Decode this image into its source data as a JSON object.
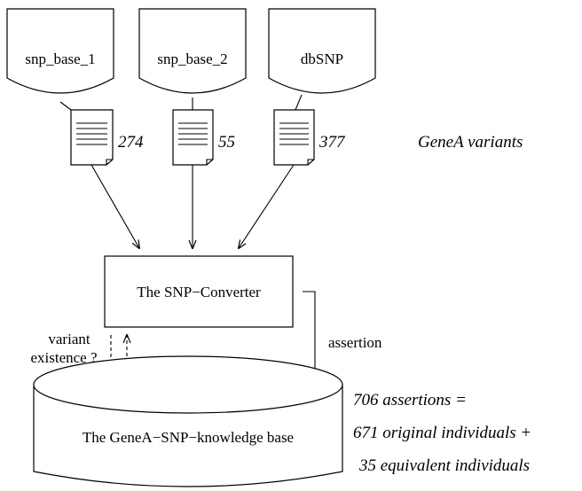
{
  "databases": [
    {
      "name": "snp_base_1",
      "count": "274"
    },
    {
      "name": "snp_base_2",
      "count": "55"
    },
    {
      "name": "dbSNP",
      "count": "377"
    }
  ],
  "variants_label": "GeneA variants",
  "converter_label": "The SNP−Converter",
  "query_label": [
    "variant",
    "existence ?"
  ],
  "assertion_label": "assertion",
  "knowledge_base_label": "The GeneA−SNP−knowledge base",
  "summary": [
    "706 assertions =",
    "671 original individuals +",
    "35 equivalent individuals"
  ]
}
